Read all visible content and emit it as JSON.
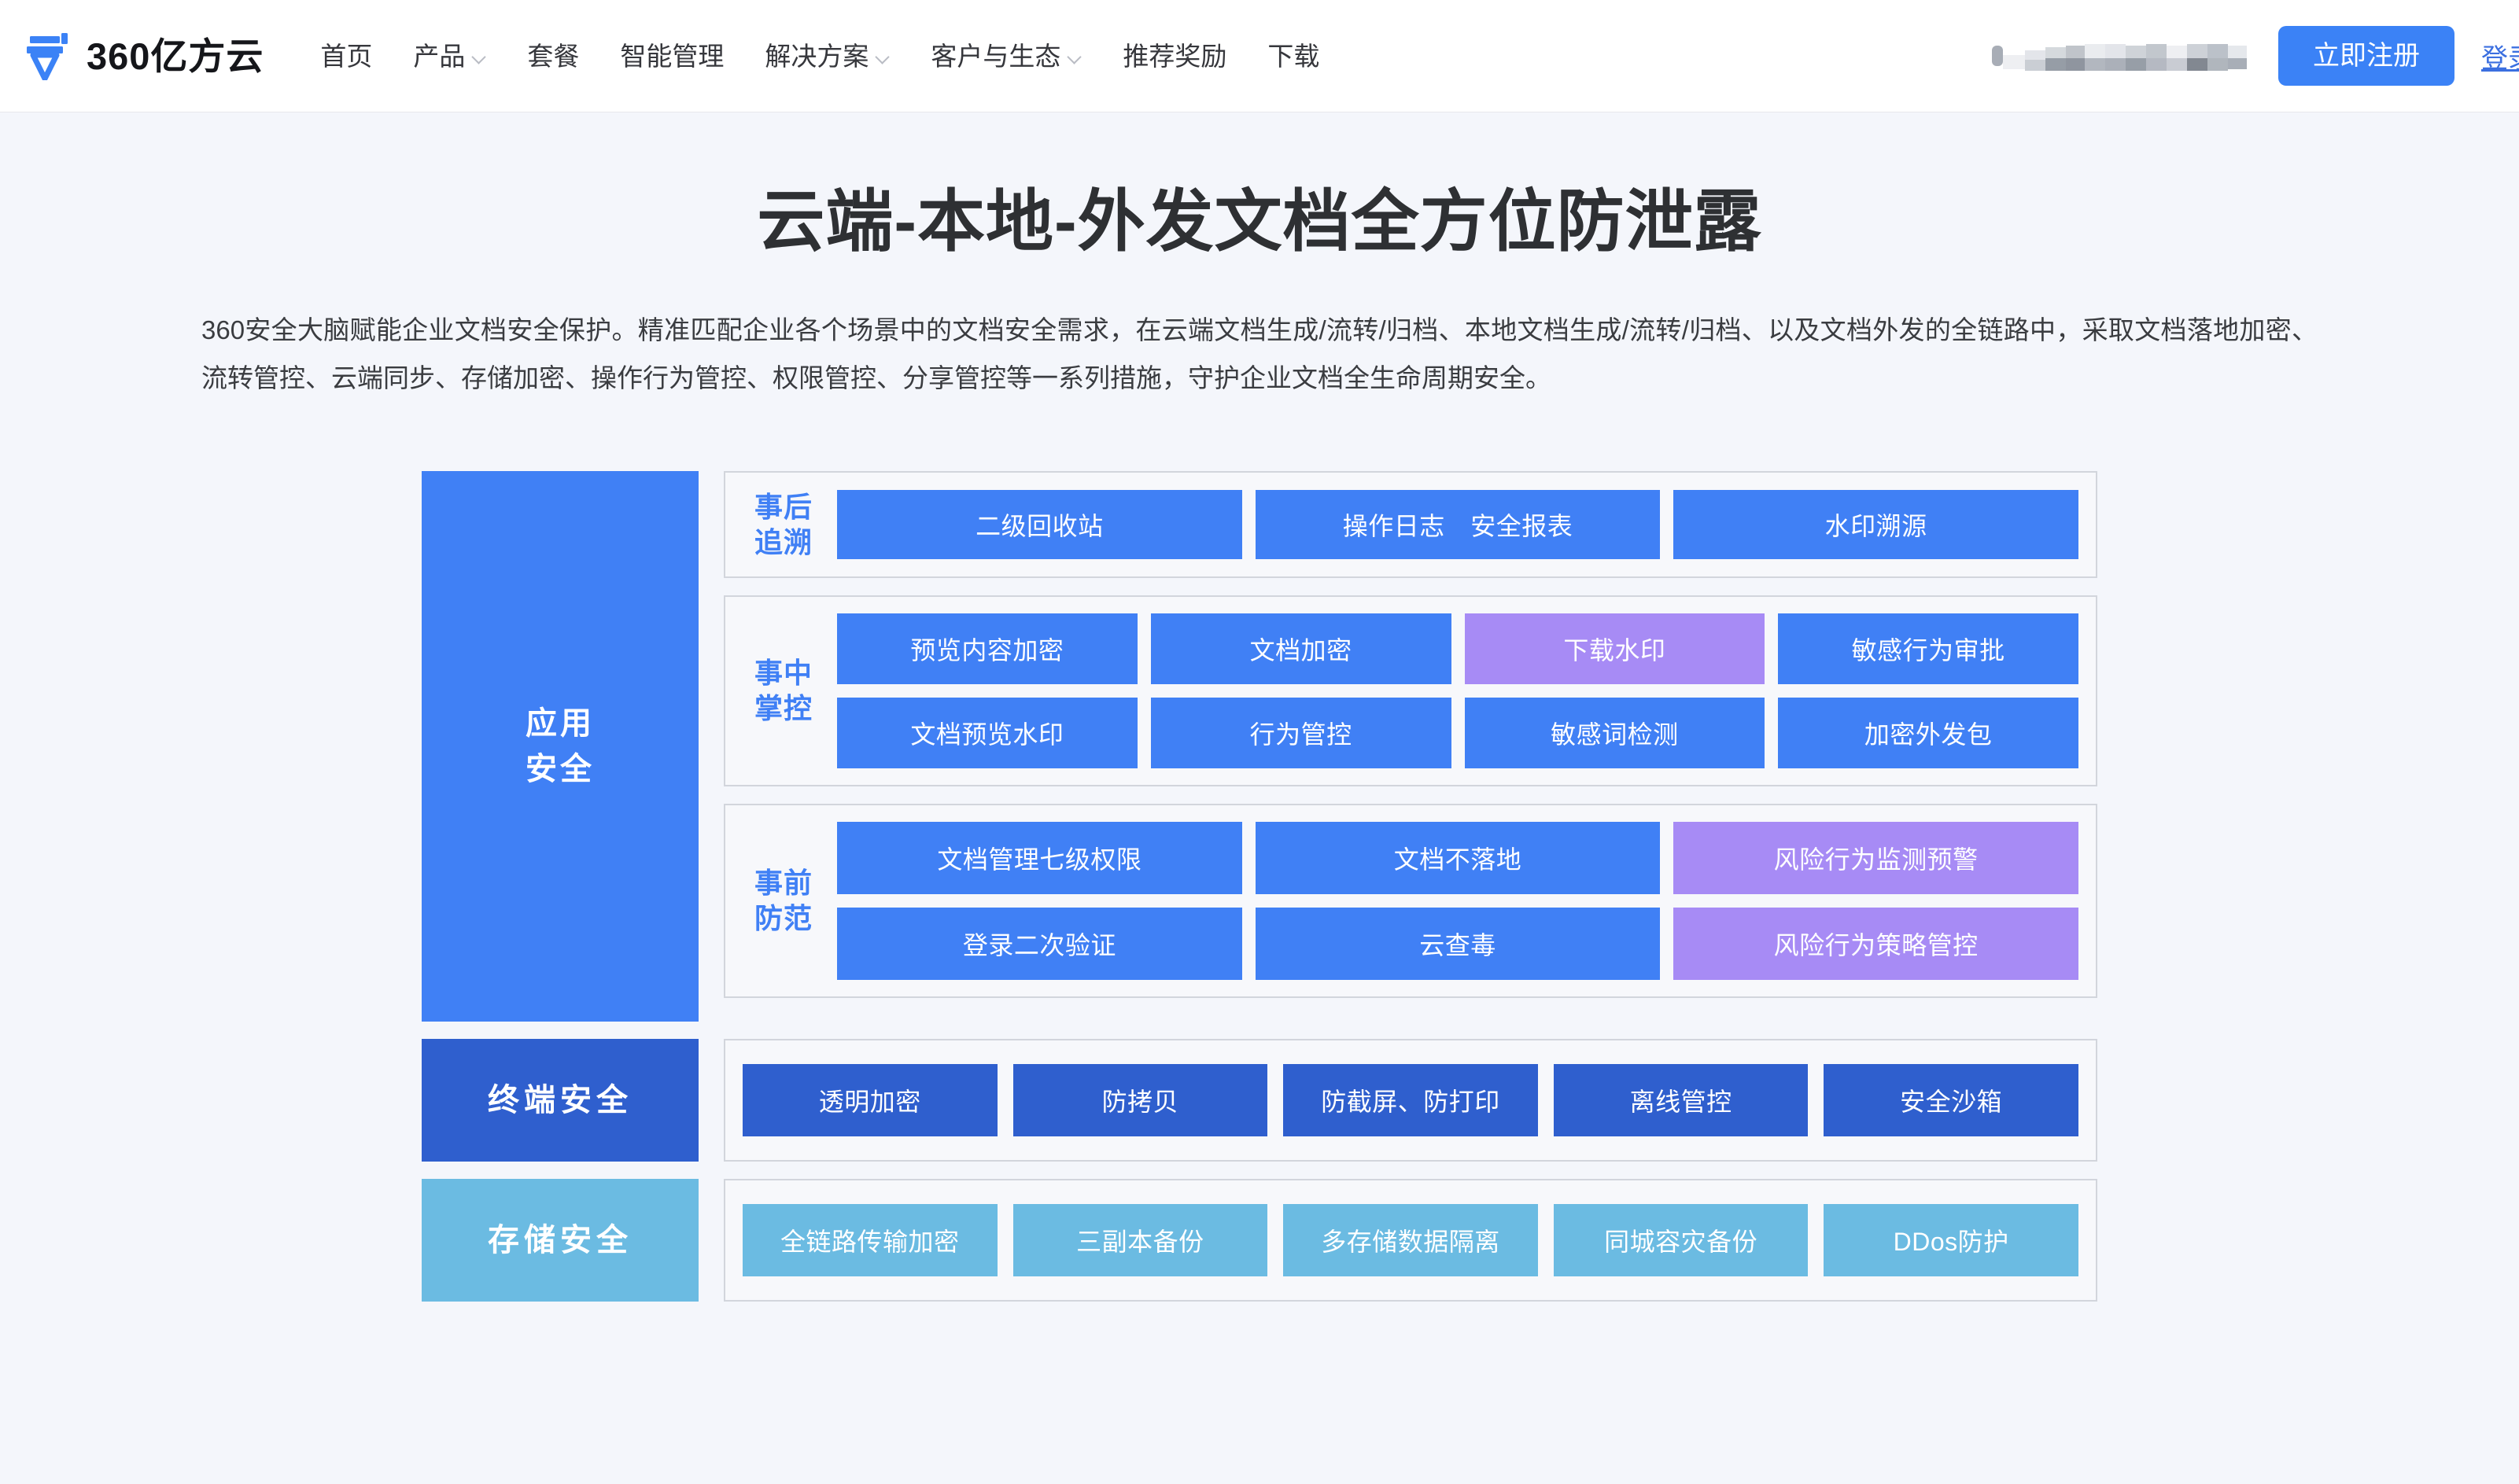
{
  "header": {
    "brand_name": "360亿方云",
    "logo_icon": "yifangyun-pen-logo-icon",
    "nav": [
      {
        "label": "首页",
        "has_caret": false
      },
      {
        "label": "产品",
        "has_caret": true
      },
      {
        "label": "套餐",
        "has_caret": false
      },
      {
        "label": "智能管理",
        "has_caret": false
      },
      {
        "label": "解决方案",
        "has_caret": true
      },
      {
        "label": "客户与生态",
        "has_caret": true
      },
      {
        "label": "推荐奖励",
        "has_caret": false
      },
      {
        "label": "下载",
        "has_caret": false
      }
    ],
    "redacted_account": "",
    "register_label": "立即注册",
    "login_label": "登录",
    "accent_color": "#3b82f6"
  },
  "hero": {
    "title": "云端-本地-外发文档全方位防泄露",
    "description": "360安全大脑赋能企业文档安全保护。精准匹配企业各个场景中的文档安全需求，在云端文档生成/流转/归档、本地文档生成/流转/归档、以及文档外发的全链路中，采取文档落地加密、流转管控、云端同步、存储加密、操作行为管控、权限管控、分享管控等一系列措施，守护企业文档全生命周期安全。"
  },
  "diagram": {
    "colors": {
      "app_layer": "#4080f5",
      "endpoint_layer": "#2f5fce",
      "storage_layer": "#6bbbe2",
      "tile_blue": "#4080f5",
      "tile_purple": "#a78bf5",
      "tile_deep_blue": "#2f5fce",
      "tile_light_blue": "#6bbbe2",
      "stage_label": "#4080f5",
      "box_border": "#d2d5dc",
      "box_bg": "#f7f8fb"
    },
    "app_layer": {
      "label": "应用\n安全",
      "label_line1": "应用",
      "label_line2": "安全",
      "stages": [
        {
          "name": "事后\n追溯",
          "name_line1": "事后",
          "name_line2": "追溯",
          "rows": [
            [
              {
                "label": "二级回收站",
                "color": "blue"
              },
              {
                "label": "操作日志　安全报表",
                "color": "blue"
              },
              {
                "label": "水印溯源",
                "color": "blue"
              }
            ]
          ]
        },
        {
          "name": "事中\n掌控",
          "name_line1": "事中",
          "name_line2": "掌控",
          "rows": [
            [
              {
                "label": "预览内容加密",
                "color": "blue"
              },
              {
                "label": "文档加密",
                "color": "blue"
              },
              {
                "label": "下载水印",
                "color": "purple"
              },
              {
                "label": "敏感行为审批",
                "color": "blue"
              }
            ],
            [
              {
                "label": "文档预览水印",
                "color": "blue"
              },
              {
                "label": "行为管控",
                "color": "blue"
              },
              {
                "label": "敏感词检测",
                "color": "blue"
              },
              {
                "label": "加密外发包",
                "color": "blue"
              }
            ]
          ]
        },
        {
          "name": "事前\n防范",
          "name_line1": "事前",
          "name_line2": "防范",
          "rows": [
            [
              {
                "label": "文档管理七级权限",
                "color": "blue"
              },
              {
                "label": "文档不落地",
                "color": "blue"
              },
              {
                "label": "风险行为监测预警",
                "color": "purple"
              }
            ],
            [
              {
                "label": "登录二次验证",
                "color": "blue"
              },
              {
                "label": "云查毒",
                "color": "blue"
              },
              {
                "label": "风险行为策略管控",
                "color": "purple"
              }
            ]
          ]
        }
      ]
    },
    "endpoint_layer": {
      "label": "终端安全",
      "tiles": [
        {
          "label": "透明加密",
          "color": "deep"
        },
        {
          "label": "防拷贝",
          "color": "deep"
        },
        {
          "label": "防截屏、防打印",
          "color": "deep"
        },
        {
          "label": "离线管控",
          "color": "deep"
        },
        {
          "label": "安全沙箱",
          "color": "deep"
        }
      ]
    },
    "storage_layer": {
      "label": "存储安全",
      "tiles": [
        {
          "label": "全链路传输加密",
          "color": "light"
        },
        {
          "label": "三副本备份",
          "color": "light"
        },
        {
          "label": "多存储数据隔离",
          "color": "light"
        },
        {
          "label": "同城容灾备份",
          "color": "light"
        },
        {
          "label": "DDos防护",
          "color": "light"
        }
      ]
    }
  }
}
